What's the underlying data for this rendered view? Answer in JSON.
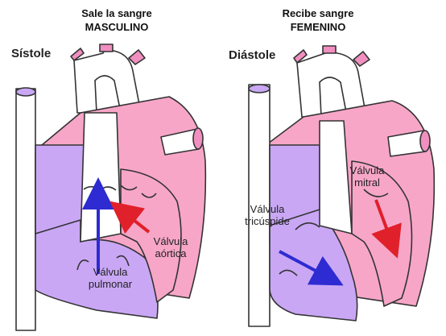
{
  "headers": {
    "left_line1": "Sale la sangre",
    "left_line2": "MASCULINO",
    "right_line1": "Recibe sangre",
    "right_line2": "FEMENINO"
  },
  "panels": {
    "left_title": "Sístole",
    "right_title": "Diástole"
  },
  "labels": {
    "valvula_aortica": [
      "Válvula",
      "aórtica"
    ],
    "valvula_pulmonar": [
      "Válvula",
      "pulmonar"
    ],
    "valvula_tricuspide": [
      "Válvula",
      "tricúspide"
    ],
    "valvula_mitral": [
      "Válvula",
      "mitral"
    ]
  },
  "colors": {
    "left_side_purple": "#c9a7f5",
    "right_side_pink": "#f7a6c8",
    "vessel_cap_pink": "#f18fc0",
    "arrow_blue": "#2d2bd1",
    "arrow_red": "#e0202a",
    "outline": "#333333"
  }
}
